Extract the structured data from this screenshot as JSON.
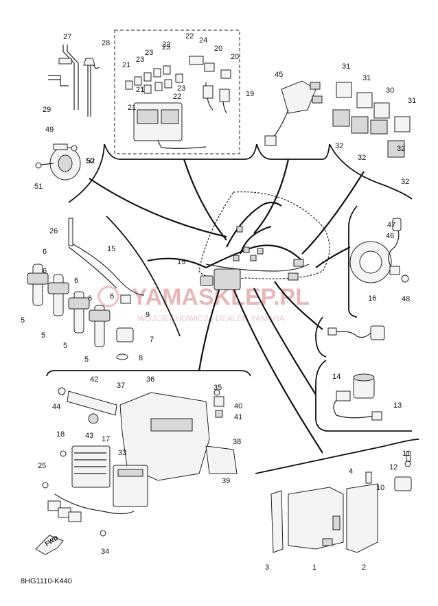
{
  "diagram": {
    "code": "8HG1110-K440",
    "fwd_label": "FWD",
    "watermark": "YAMASKLEP.PL",
    "watermark_sub": "WOJCIECHOWICZ | DEALER YAMAHA",
    "colors": {
      "line": "#111111",
      "watermark": "#e8b8b8"
    },
    "callouts": [
      "1",
      "2",
      "3",
      "4",
      "5",
      "5",
      "5",
      "5",
      "6",
      "6",
      "6",
      "6",
      "6",
      "7",
      "8",
      "9",
      "10",
      "11",
      "12",
      "13",
      "14",
      "15",
      "16",
      "17",
      "18",
      "19",
      "19",
      "20",
      "20",
      "21",
      "21",
      "21",
      "22",
      "22",
      "22",
      "23",
      "23",
      "23",
      "23",
      "24",
      "25",
      "26",
      "27",
      "28",
      "29",
      "30",
      "31",
      "31",
      "31",
      "32",
      "32",
      "32",
      "32",
      "33",
      "34",
      "35",
      "36",
      "37",
      "38",
      "39",
      "40",
      "41",
      "42",
      "43",
      "44",
      "45",
      "46",
      "47",
      "48",
      "49",
      "50",
      "51",
      "52"
    ]
  }
}
